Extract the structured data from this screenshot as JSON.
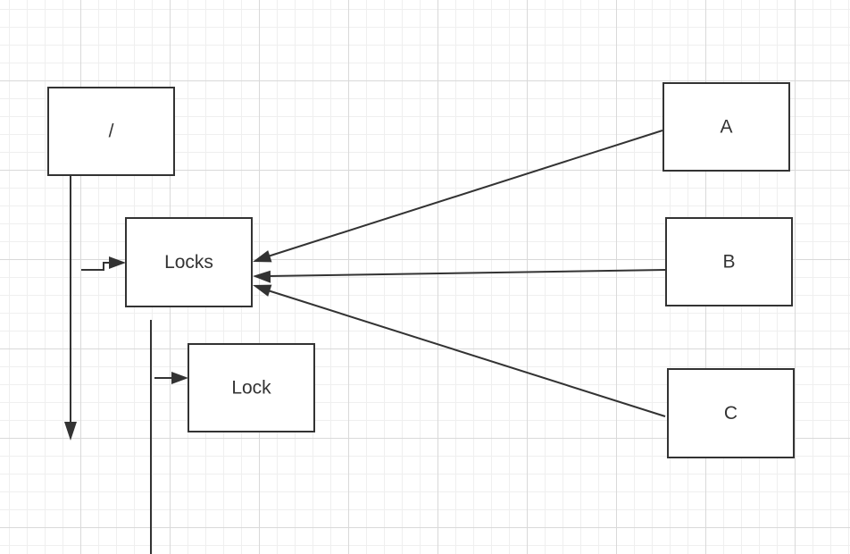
{
  "diagram": {
    "nodes": {
      "root": {
        "label": "/"
      },
      "locks": {
        "label": "Locks"
      },
      "lock": {
        "label": "Lock"
      },
      "a": {
        "label": "A"
      },
      "b": {
        "label": "B"
      },
      "c": {
        "label": "C"
      }
    },
    "edges": [
      {
        "from": "root",
        "to": "locks"
      },
      {
        "from": "locks",
        "to": "lock"
      },
      {
        "from": "a",
        "to": "locks"
      },
      {
        "from": "b",
        "to": "locks"
      },
      {
        "from": "c",
        "to": "locks"
      }
    ]
  },
  "colors": {
    "stroke": "#333333",
    "node_fill": "#ffffff",
    "grid_major": "#d9d9d9",
    "grid_minor": "#efefef"
  }
}
